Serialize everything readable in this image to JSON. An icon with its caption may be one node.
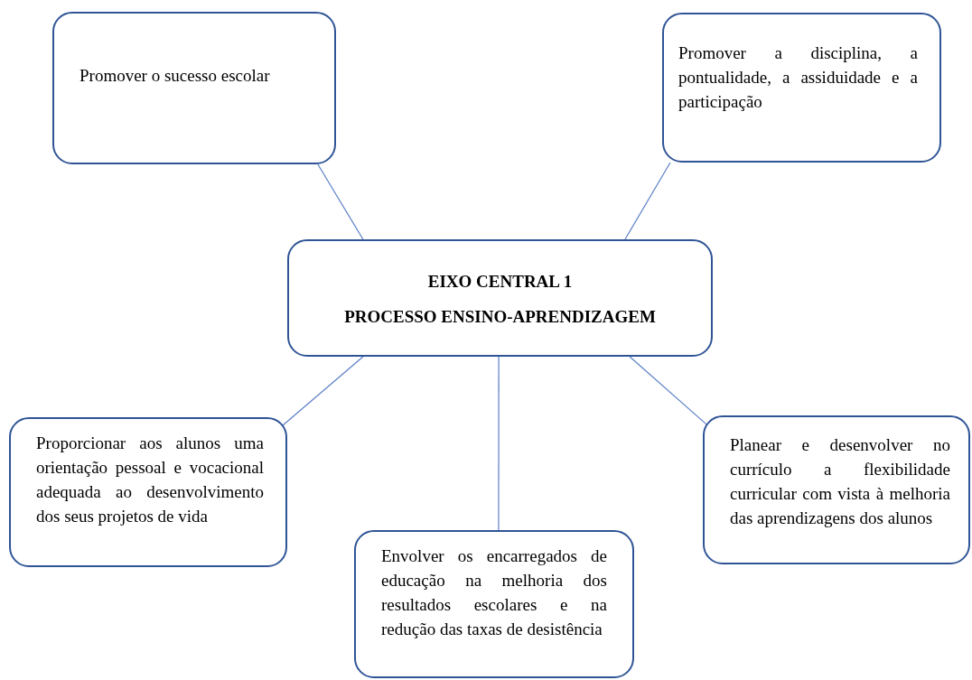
{
  "diagram": {
    "nodes": [
      {
        "text": [
          "EIXO CENTRAL 1",
          "PROCESSO ENSINO-APRENDIZAGEM"
        ]
      },
      {
        "text": [
          "Promover o sucesso escolar"
        ]
      },
      {
        "text": [
          "Promover a disciplina, a pontualidade, a assiduidade e a participação"
        ]
      },
      {
        "text": [
          "Proporcionar aos alunos uma orientação pessoal e vocacional adequada ao desenvolvimento dos seus projetos de vida"
        ]
      },
      {
        "text": [
          "Envolver os encarregados de educação na melhoria dos resultados escolares e na redução das taxas de desistência"
        ]
      },
      {
        "text": [
          "Planear e desenvolver no currículo a flexibilidade curricular com vista à melhoria das aprendizagens dos alunos"
        ]
      }
    ],
    "edges": [
      {
        "from": 0,
        "to": 1,
        "arrow": "none"
      },
      {
        "from": 0,
        "to": 2,
        "arrow": "none"
      },
      {
        "from": 0,
        "to": 3,
        "arrow": "none"
      },
      {
        "from": 0,
        "to": 4,
        "arrow": "none"
      },
      {
        "from": 0,
        "to": 5,
        "arrow": "none"
      }
    ]
  }
}
